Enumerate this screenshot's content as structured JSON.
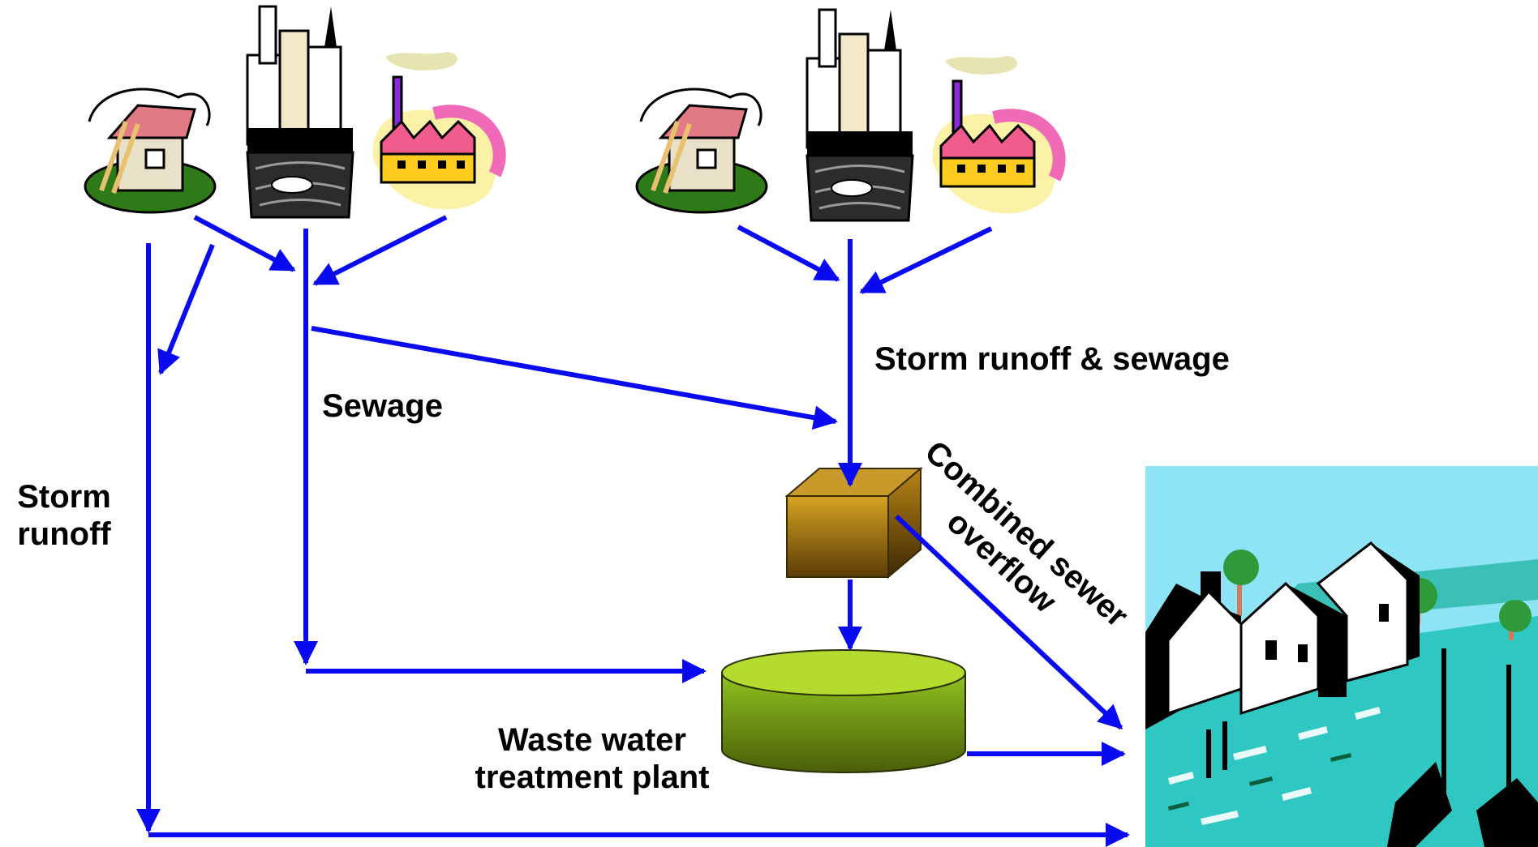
{
  "labels": {
    "sewage": "Sewage",
    "storm_runoff_and_sewage": "Storm runoff & sewage",
    "storm_runoff_line1": "Storm",
    "storm_runoff_line2": "runoff",
    "combined_overflow_line1": "Combined sewer",
    "combined_overflow_line2": "overflow",
    "treatment_line1": "Waste water",
    "treatment_line2": "treatment plant"
  },
  "colors": {
    "arrow": "#0a0af0",
    "box_top": "#c89a2a",
    "box_front": "#b98612",
    "tank": "#8fbf1a",
    "water": "#2ec7c2",
    "sky": "#8ee4f4"
  },
  "icons": {
    "separated_system": [
      "house-icon",
      "city-icon",
      "factory-icon"
    ],
    "combined_system": [
      "house-icon",
      "city-icon",
      "factory-icon"
    ],
    "storage_box": "sewer-box-icon",
    "treatment_tank": "treatment-tank-icon",
    "receiving_water": "river-town-icon"
  }
}
